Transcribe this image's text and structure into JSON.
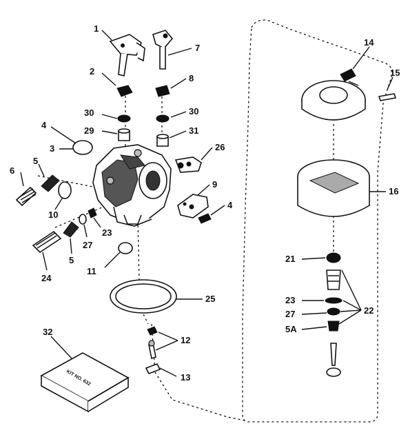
{
  "labels": {
    "l1": "1",
    "l7": "7",
    "l2": "2",
    "l8": "8",
    "l30a": "30",
    "l30b": "30",
    "l29": "29",
    "l31": "31",
    "l4a": "4",
    "l3": "3",
    "l26a": "26",
    "l6a": "6",
    "l5a": "5",
    "l9": "9",
    "l4b": "4",
    "l10": "10",
    "l23a": "23",
    "l27a": "27",
    "l5b": "5",
    "l24": "24",
    "l11": "11",
    "l25": "25",
    "l32": "32",
    "l12": "12",
    "l13": "13",
    "l14": "14",
    "l15": "15",
    "l16": "16",
    "l21": "21",
    "l23b": "23",
    "l27b": "27",
    "l5A": "5A",
    "l22": "22"
  },
  "kit_text": "KIT NO. 632"
}
